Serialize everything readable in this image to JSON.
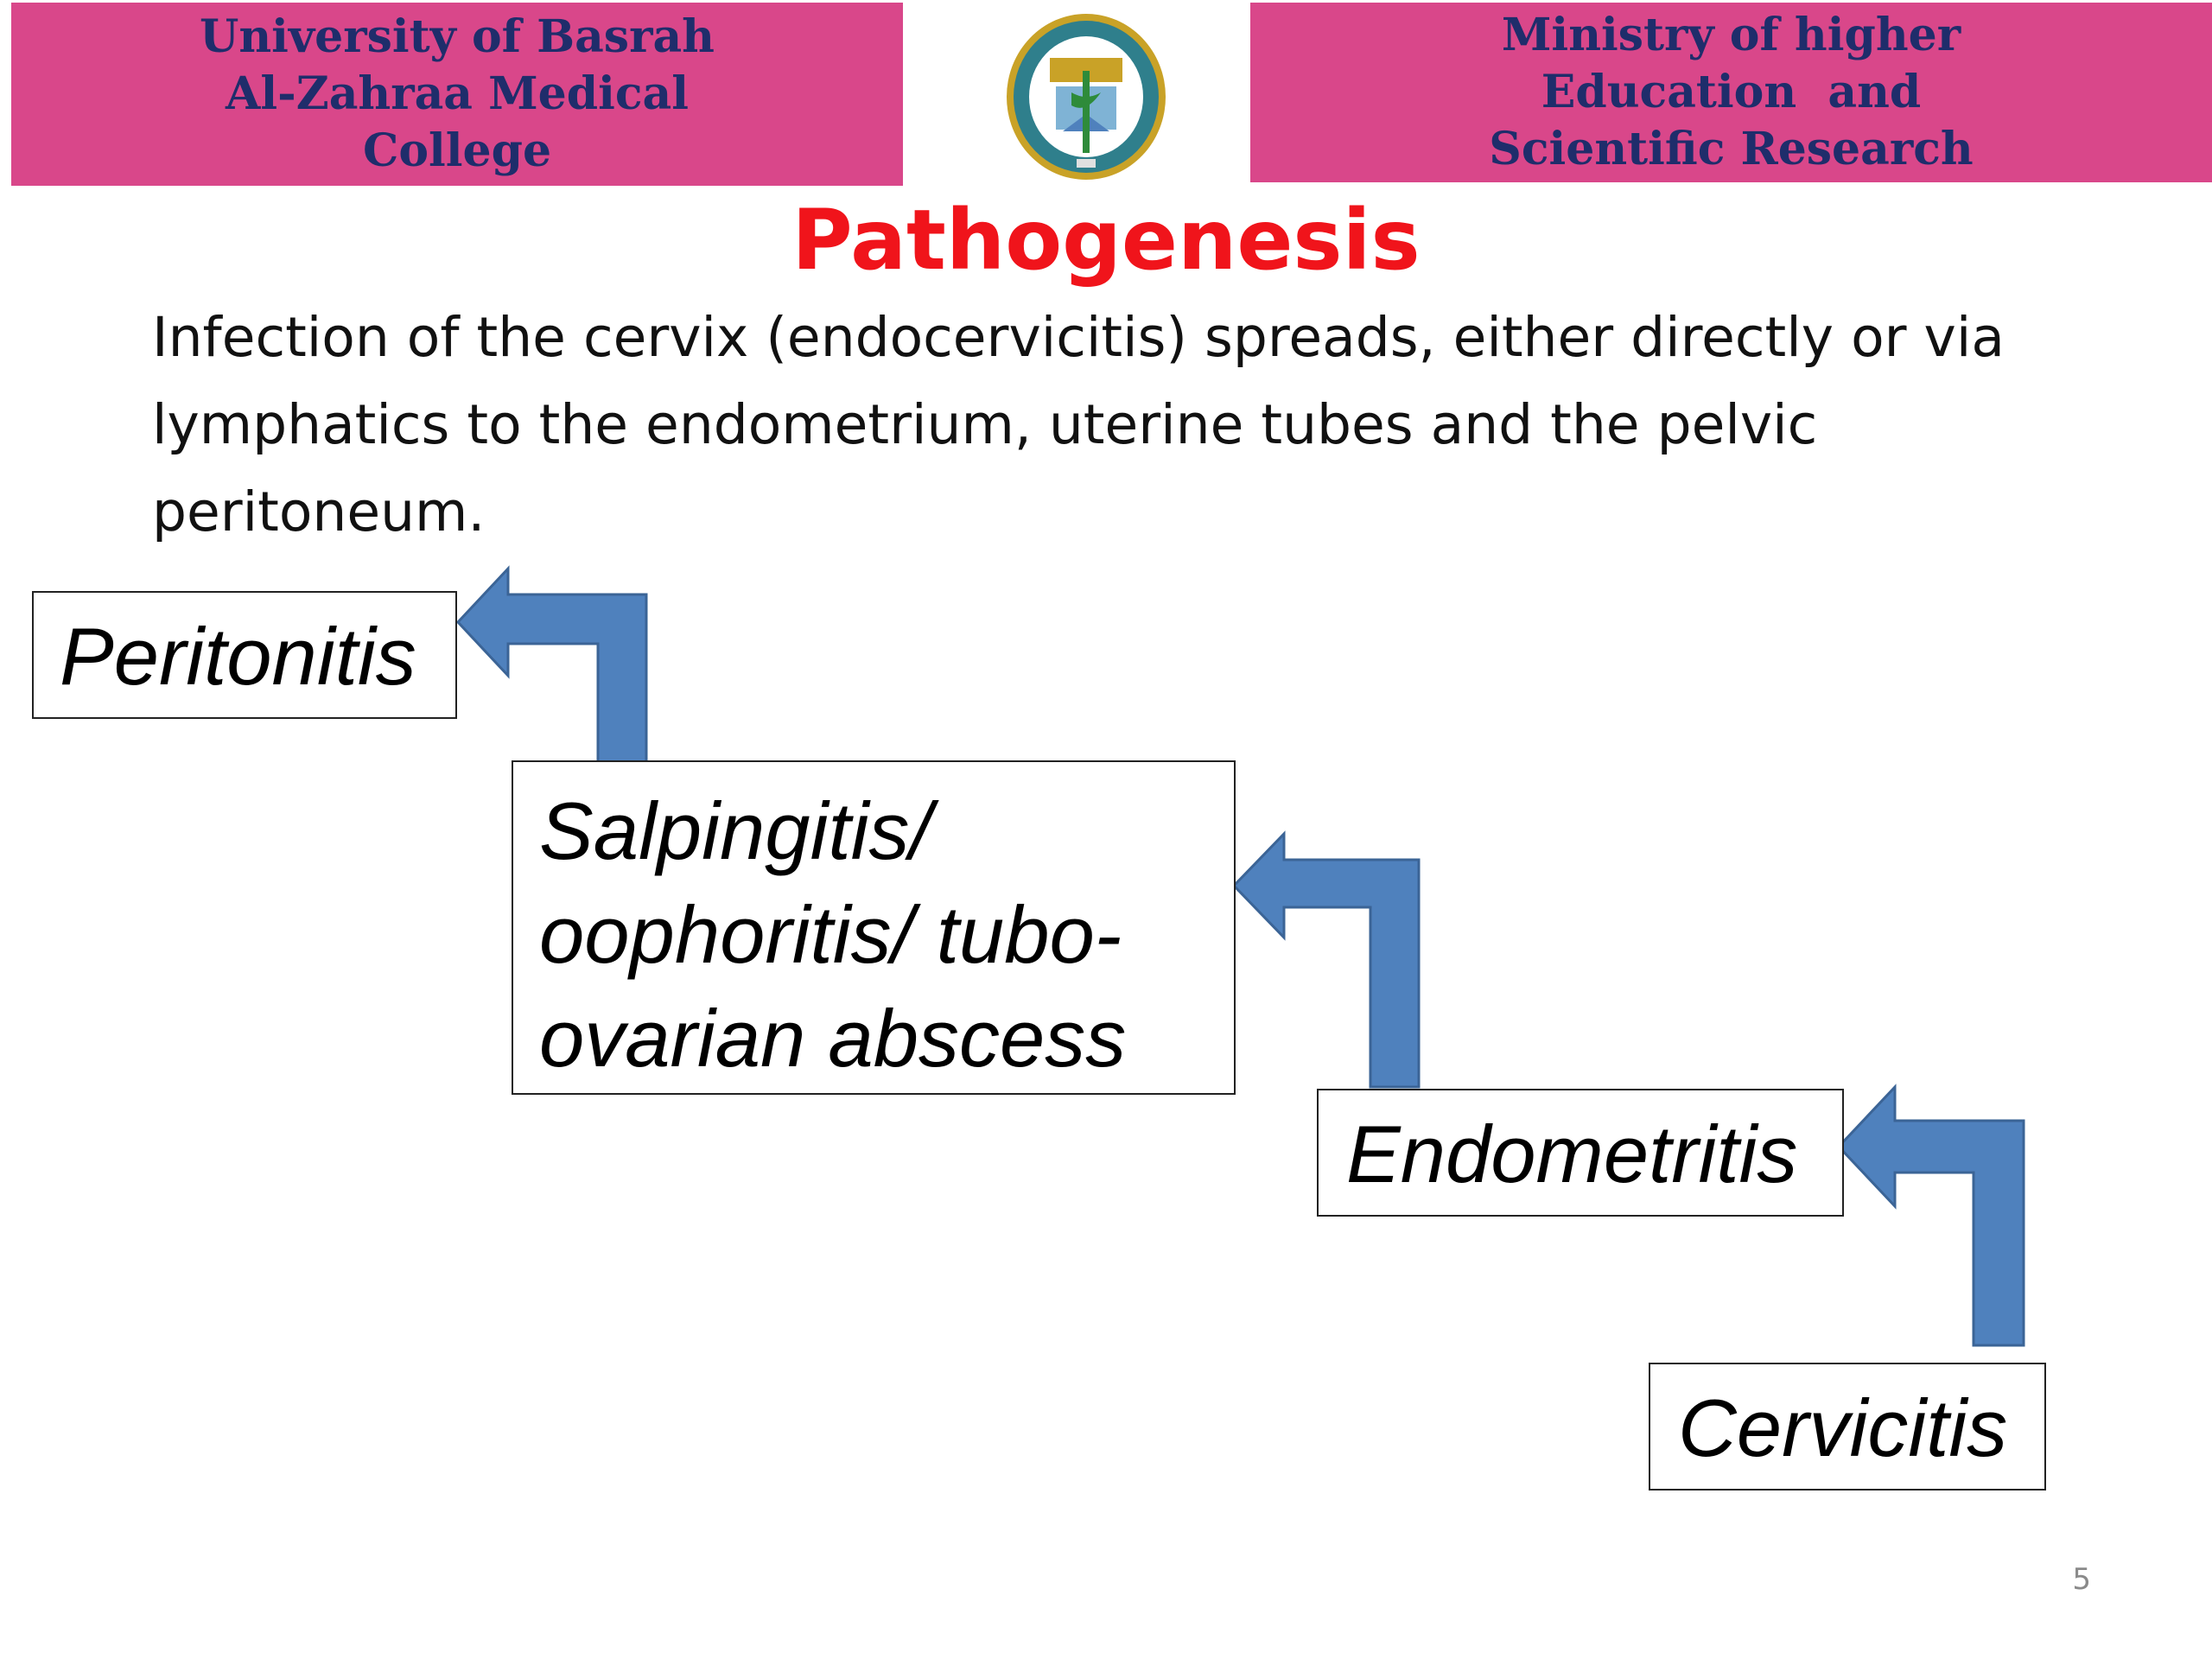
{
  "header": {
    "left_lines": [
      "University of Basrah",
      "Al-Zahraa Medical",
      "College"
    ],
    "right_lines": [
      "Ministry of higher",
      "Education  and",
      "Scientific Research"
    ]
  },
  "title": "Pathogenesis",
  "intro": "Infection of the cervix (endocervicitis) spreads, either directly or via lymphatics to the endometrium, uterine tubes and the pelvic peritoneum.",
  "boxes": {
    "peritonitis": "Peritonitis",
    "salpingitis_lines": [
      "Salpingitis/",
      "oophoritis/ tubo-",
      "ovarian abscess"
    ],
    "endometritis": "Endometritis",
    "cervicitis": "Cervicitis"
  },
  "page_number": "5",
  "colors": {
    "banner": "#d9478a",
    "banner_text": "#1f2d6b",
    "title": "#f0141b",
    "arrow": "#4f81bd",
    "arrow_stroke": "#3b6496"
  }
}
